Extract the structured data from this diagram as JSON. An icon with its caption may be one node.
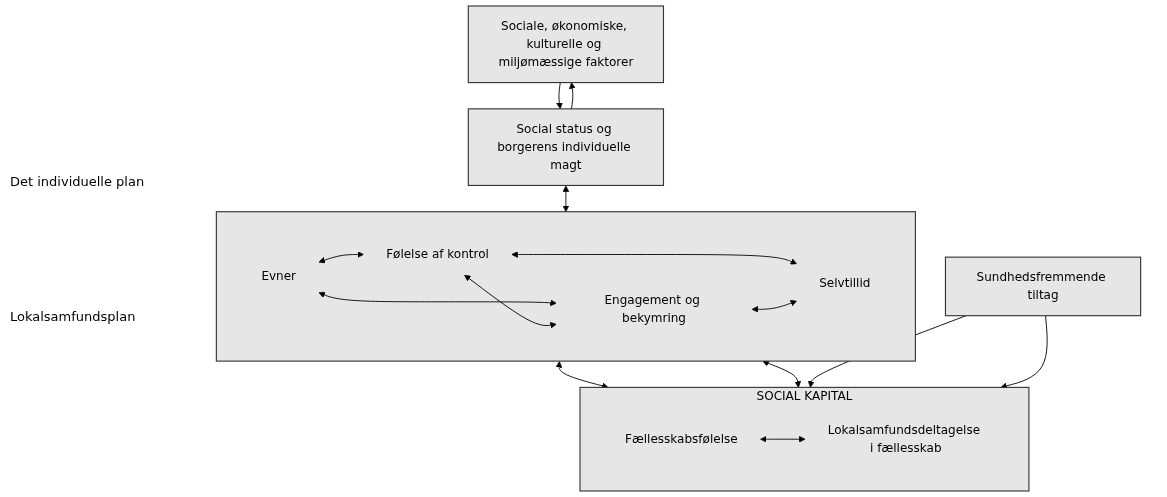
{
  "diagram": {
    "nodes": [
      {
        "text": [
          "Sociale, økonomiske, kulturelle og miljømæssige faktorer"
        ]
      },
      {
        "text": [
          "Social status og borgerens individuelle magt"
        ]
      },
      {
        "text": [],
        "shape": "box"
      },
      {
        "text": [
          "Evner"
        ],
        "in": 2
      },
      {
        "text": [
          "Følelse af kontrol"
        ],
        "in": 2
      },
      {
        "text": [
          "Engagement og bekymring"
        ],
        "in": 2
      },
      {
        "text": [
          "Selvtillid"
        ],
        "in": 2
      },
      {
        "text": [
          "SOCIAL KAPITAL"
        ]
      },
      {
        "text": [
          "Fællesskabsfølelse"
        ],
        "in": 7
      },
      {
        "text": [
          "Lokalsamfundsdeltagelse i fællesskab"
        ],
        "in": 7
      },
      {
        "text": [
          "Sundhedsfremmende tiltag"
        ]
      }
    ],
    "edges": [
      {
        "from": 1,
        "to": 0,
        "arrow": "to"
      },
      {
        "from": 0,
        "to": 1,
        "arrow": "to"
      },
      {
        "from": 1,
        "to": 2,
        "arrow": "both"
      },
      {
        "from": 3,
        "to": 4,
        "arrow": "both"
      },
      {
        "from": 3,
        "to": 5,
        "arrow": "both"
      },
      {
        "from": 4,
        "to": 5,
        "arrow": "both"
      },
      {
        "from": 4,
        "to": 6,
        "arrow": "both"
      },
      {
        "from": 5,
        "to": 6,
        "arrow": "both"
      },
      {
        "from": 2,
        "to": 7,
        "arrow": "both"
      },
      {
        "from": 2,
        "to": 7,
        "arrow": "both"
      },
      {
        "from": 8,
        "to": 9,
        "arrow": "both"
      },
      {
        "from": 10,
        "to": 7,
        "arrow": "to"
      },
      {
        "from": 10,
        "to": 7,
        "arrow": "to"
      }
    ],
    "labels": [
      "Det individuelle plan",
      "Lokalsamfundsplan"
    ]
  }
}
